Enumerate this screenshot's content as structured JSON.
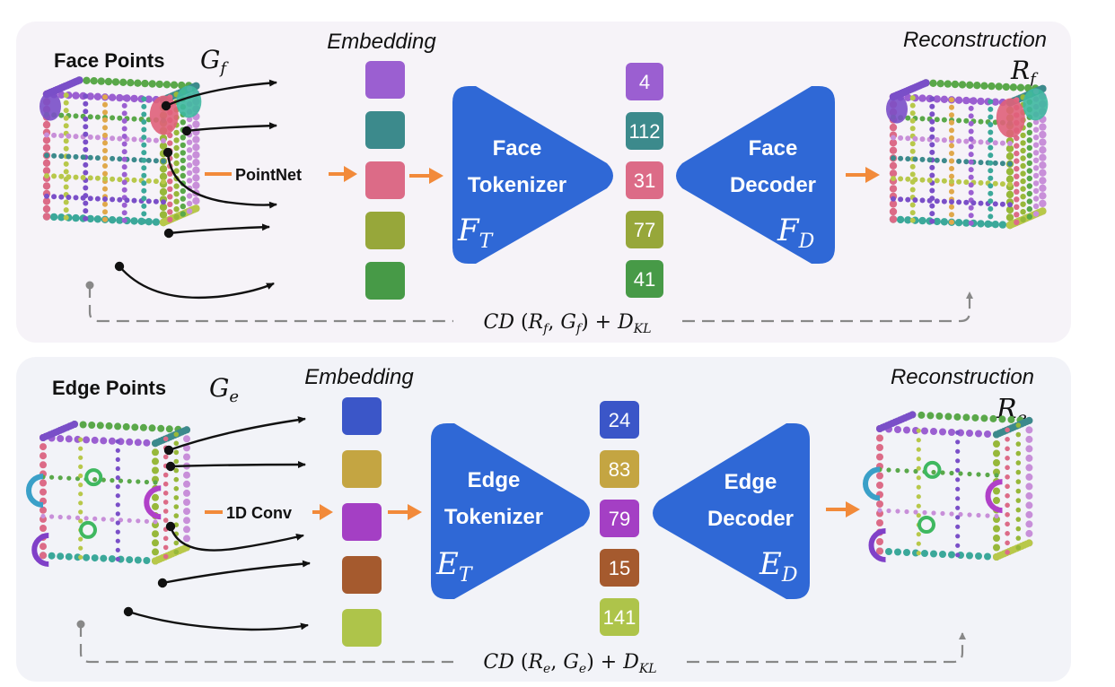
{
  "face": {
    "title": "Face Points",
    "input_sym": "G",
    "input_sub": "f",
    "embedding_label": "Embedding",
    "encoder_label": "PointNet",
    "tokenizer_line1": "Face",
    "tokenizer_line2": "Tokenizer",
    "tokenizer_sym": "F",
    "tokenizer_sub": "T",
    "decoder_line1": "Face",
    "decoder_line2": "Decoder",
    "decoder_sym": "F",
    "decoder_sub": "D",
    "recon_label": "Reconstruction",
    "recon_sym": "R",
    "recon_sub": "f",
    "loss": {
      "cd": "CD",
      "args": [
        "R",
        "f",
        "G",
        "f"
      ],
      "plus": "+",
      "kl_sym": "D",
      "kl_sub": "KL"
    },
    "embedding_colors": [
      "#9b5fd1",
      "#3c8a8c",
      "#dc6b87",
      "#97a73a",
      "#479a47"
    ],
    "tokens": [
      {
        "value": "4",
        "color": "#9b5fd1"
      },
      {
        "value": "112",
        "color": "#3c8a8c"
      },
      {
        "value": "31",
        "color": "#dc6b87"
      },
      {
        "value": "77",
        "color": "#97a73a"
      },
      {
        "value": "41",
        "color": "#479a47"
      }
    ]
  },
  "edge": {
    "title": "Edge Points",
    "input_sym": "G",
    "input_sub": "e",
    "embedding_label": "Embedding",
    "encoder_label": "1D Conv",
    "tokenizer_line1": "Edge",
    "tokenizer_line2": "Tokenizer",
    "tokenizer_sym": "E",
    "tokenizer_sub": "T",
    "decoder_line1": "Edge",
    "decoder_line2": "Decoder",
    "decoder_sym": "E",
    "decoder_sub": "D",
    "recon_label": "Reconstruction",
    "recon_sym": "R",
    "recon_sub": "e",
    "loss": {
      "cd": "CD",
      "args": [
        "R",
        "e",
        "G",
        "e"
      ],
      "plus": "+",
      "kl_sym": "D",
      "kl_sub": "KL"
    },
    "embedding_colors": [
      "#3b56c8",
      "#c4a542",
      "#a43fc4",
      "#a55a2e",
      "#aec44a"
    ],
    "tokens": [
      {
        "value": "24",
        "color": "#3b56c8"
      },
      {
        "value": "83",
        "color": "#c4a542"
      },
      {
        "value": "79",
        "color": "#a43fc4"
      },
      {
        "value": "15",
        "color": "#a55a2e"
      },
      {
        "value": "141",
        "color": "#aec44a"
      }
    ]
  },
  "colors": {
    "block_blue": "#2f68d6",
    "arrow_orange": "#f28a3a",
    "panel_face": "#f6f3f8",
    "panel_edge": "#f2f3f8",
    "loss_dash": "#888888"
  }
}
